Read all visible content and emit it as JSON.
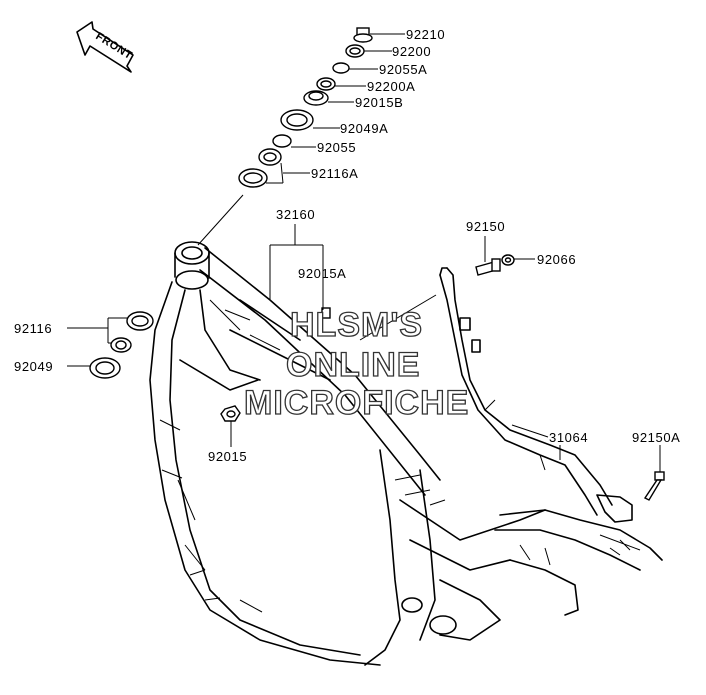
{
  "direction_arrow": {
    "label": "FRONT",
    "icon": "front-arrow-icon"
  },
  "callouts": [
    {
      "id": "92210",
      "label": "92210"
    },
    {
      "id": "92200",
      "label": "92200"
    },
    {
      "id": "92055A",
      "label": "92055A"
    },
    {
      "id": "92200A",
      "label": "92200A"
    },
    {
      "id": "92015B",
      "label": "92015B"
    },
    {
      "id": "92049A",
      "label": "92049A"
    },
    {
      "id": "92055",
      "label": "92055"
    },
    {
      "id": "92116A",
      "label": "92116A"
    },
    {
      "id": "32160",
      "label": "32160"
    },
    {
      "id": "92015A",
      "label": "92015A"
    },
    {
      "id": "92150",
      "label": "92150"
    },
    {
      "id": "92066",
      "label": "92066"
    },
    {
      "id": "92116",
      "label": "92116"
    },
    {
      "id": "92049",
      "label": "92049"
    },
    {
      "id": "92015",
      "label": "92015"
    },
    {
      "id": "31064",
      "label": "31064"
    },
    {
      "id": "92150A",
      "label": "92150A"
    }
  ],
  "watermark": {
    "line1": "HLSM'S",
    "line2": "ONLINE",
    "line3": "MICROFICHE"
  }
}
